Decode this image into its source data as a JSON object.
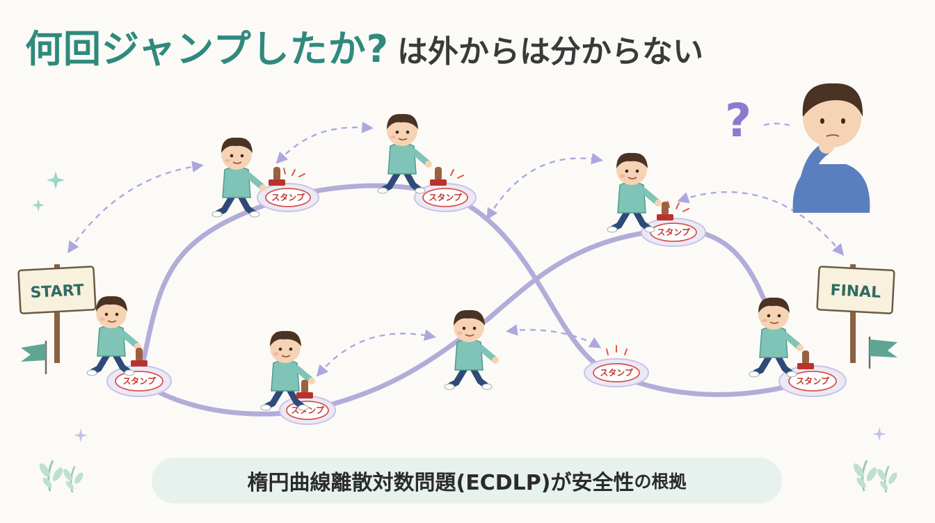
{
  "title": {
    "lead": "何回ジャンプしたか?",
    "rest": "は外からは分からない"
  },
  "signs": {
    "start": "START",
    "final": "FINAL"
  },
  "stamp_label": "スタンプ",
  "question_mark": "?",
  "caption": {
    "part1": "楕円曲線離散対数問題(ECDLP)が安全性",
    "part2": "の根拠"
  },
  "colors": {
    "teal": "#2f8a7c",
    "path": "#b3acd8",
    "arrow": "#b0a6de",
    "stamp_red": "#c4342c",
    "caption_bg": "#e7f1ee"
  },
  "icons": [
    "child-stamping-icon",
    "child-running-icon",
    "thinking-person-icon",
    "flag-icon",
    "sparkle-icon",
    "leaf-icon"
  ]
}
